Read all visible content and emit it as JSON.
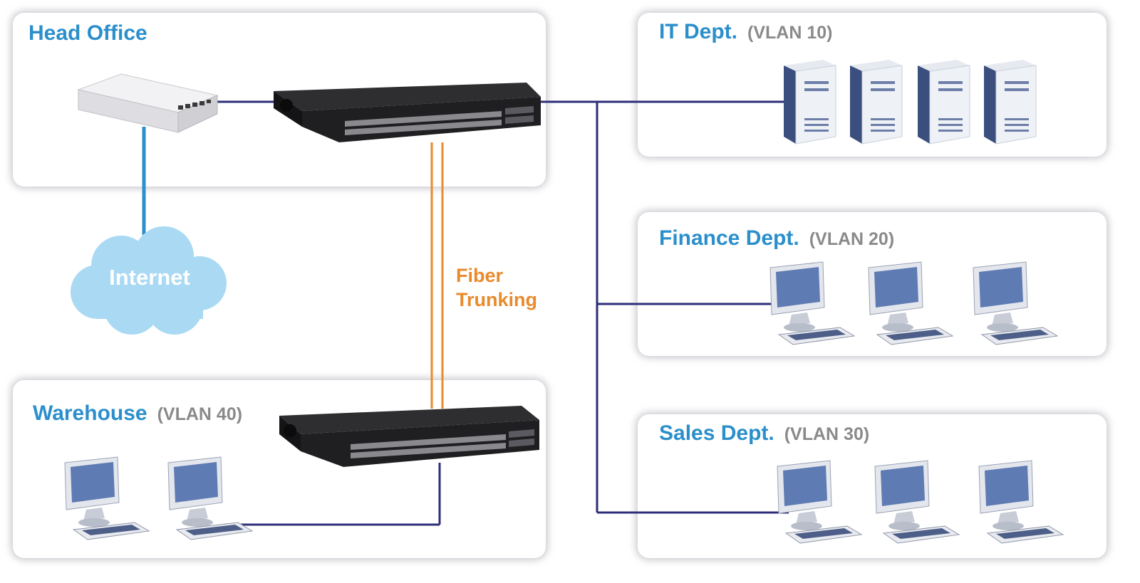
{
  "panels": {
    "head_office": {
      "title": "Head Office"
    },
    "it": {
      "title": "IT Dept.",
      "vlan": "(VLAN 10)"
    },
    "finance": {
      "title": "Finance Dept.",
      "vlan": "(VLAN 20)"
    },
    "sales": {
      "title": "Sales Dept.",
      "vlan": "(VLAN 30)"
    },
    "warehouse": {
      "title": "Warehouse",
      "vlan": "(VLAN 40)"
    }
  },
  "internet": {
    "label": "Internet"
  },
  "fiber": {
    "line1": "Fiber",
    "line2": "Trunking"
  },
  "colors": {
    "title_blue": "#2b8fcb",
    "vlan_gray": "#8a8a8a",
    "lan_line": "#2d2d7a",
    "wan_line": "#2b8fcb",
    "fiber_line": "#e98a2c",
    "cloud": "#a9d9f3"
  },
  "icons": {
    "router": "router-icon",
    "switch": "switch-icon",
    "server": "server-icon",
    "workstation": "workstation-icon",
    "cloud": "internet-cloud-icon"
  }
}
